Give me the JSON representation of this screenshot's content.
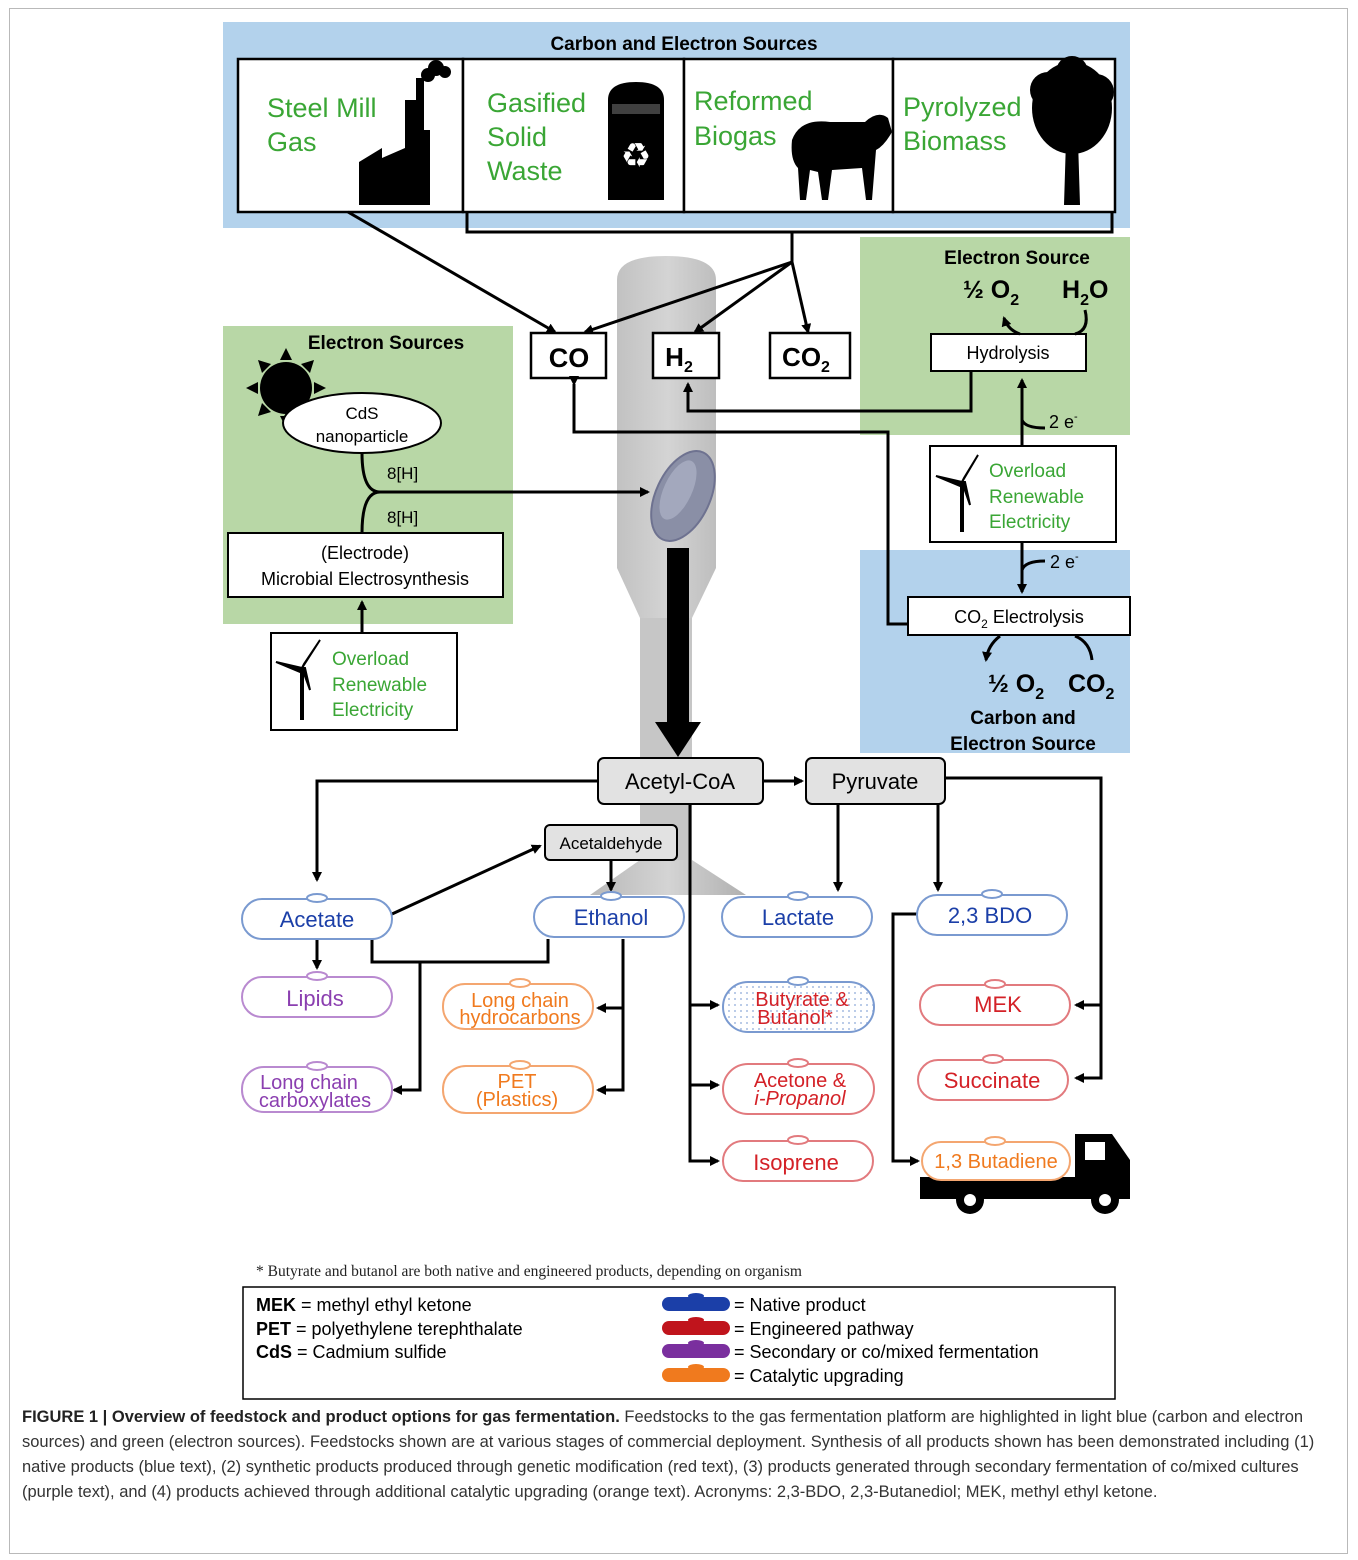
{
  "sources": {
    "title": "Carbon and Electron Sources",
    "steel": [
      "Steel",
      "Mill",
      "Gas"
    ],
    "gasified": [
      "Gasified",
      "Solid",
      "Waste"
    ],
    "biogas": [
      "Reformed",
      "Biogas"
    ],
    "biomass": [
      "Pyrolyzed",
      "Biomass"
    ]
  },
  "gases": {
    "co": "CO",
    "h2": "H",
    "h2_sub": "2",
    "co2": "CO",
    "co2_sub": "2"
  },
  "left_panel": {
    "title": "Electron Sources",
    "cds": [
      "CdS",
      "nanoparticle"
    ],
    "h_top": "8[H]",
    "h_bottom": "8[H]",
    "electrode": [
      "(Electrode)",
      "Microbial Electrosynthesis"
    ],
    "overload": [
      "Overload",
      "Renewable",
      "Electricity"
    ]
  },
  "right_top_panel": {
    "title": "Electron Source",
    "half_o2": "½ O",
    "sub2": "2",
    "h2o_h": "H",
    "h2o_o": "O",
    "hydrolysis": "Hydrolysis",
    "e_label": "2 e",
    "e_sup": "-",
    "overload": [
      "Overload",
      "Renewable",
      "Electricity"
    ]
  },
  "right_bottom_panel": {
    "e_label": "2 e",
    "e_sup": "-",
    "electrolysis": "CO",
    "electrolysis_rest": " Electrolysis",
    "half_o2": "½ O",
    "co2": "CO",
    "sub2": "2",
    "footer": [
      "Carbon and",
      "Electron Source"
    ]
  },
  "pathway": {
    "acetyl": "Acetyl-CoA",
    "pyruvate": "Pyruvate",
    "acetaldehyde": "Acetaldehyde"
  },
  "products": {
    "acetate": "Acetate",
    "ethanol": "Ethanol",
    "lactate": "Lactate",
    "bdo": "2,3 BDO",
    "lipids": "Lipids",
    "long_hc": [
      "Long chain",
      "hydrocarbons"
    ],
    "butyrate": [
      "Butyrate &",
      "Butanol*"
    ],
    "mek": "MEK",
    "carboxylates": [
      "Long chain",
      "carboxylates"
    ],
    "pet": [
      "PET",
      "(Plastics)"
    ],
    "acetone": [
      "Acetone &",
      "i-Propanol"
    ],
    "succinate": "Succinate",
    "isoprene": "Isoprene",
    "butadiene": "1,3 Butadiene"
  },
  "footnote": "* Butyrate and butanol are both native and engineered products, depending on organism",
  "legend": {
    "acronyms": [
      {
        "abbr": "MEK",
        "def": " = methyl ethyl ketone"
      },
      {
        "abbr": "PET",
        "def": " = polyethylene terephthalate"
      },
      {
        "abbr": "CdS",
        "def": " = Cadmium sulfide"
      }
    ],
    "colors": [
      {
        "label": "= Native product",
        "color": "#1b3fa8"
      },
      {
        "label": "= Engineered pathway",
        "color": "#c0141c"
      },
      {
        "label": "= Secondary or co/mixed fermentation",
        "color": "#7a2f9e"
      },
      {
        "label": "= Catalytic upgrading",
        "color": "#f07a1e"
      }
    ]
  },
  "caption": {
    "bold": "FIGURE 1 | Overview of feedstock and product options for gas fermentation.",
    "text": " Feedstocks to the gas fermentation platform are highlighted in light blue (carbon and electron sources) and green (electron sources). Feedstocks shown are at various stages of commercial deployment. Synthesis of all products shown has been demonstrated including (1) native products (blue text), (2) synthetic products produced through genetic modification (red text), (3) products generated through secondary fermentation of co/mixed cultures (purple text), and (4) products achieved through additional catalytic upgrading (orange text). Acronyms: 2,3-BDO, 2,3-Butanediol; MEK, methyl ethyl ketone."
  },
  "colors": {
    "blue_panel": "#b3d2ec",
    "green_panel": "#b8d7a6",
    "green_text": "#3aa635",
    "native": "#1b3fa8",
    "engineered": "#d42127",
    "secondary": "#8b3fb0",
    "catalytic": "#f07a1e"
  }
}
